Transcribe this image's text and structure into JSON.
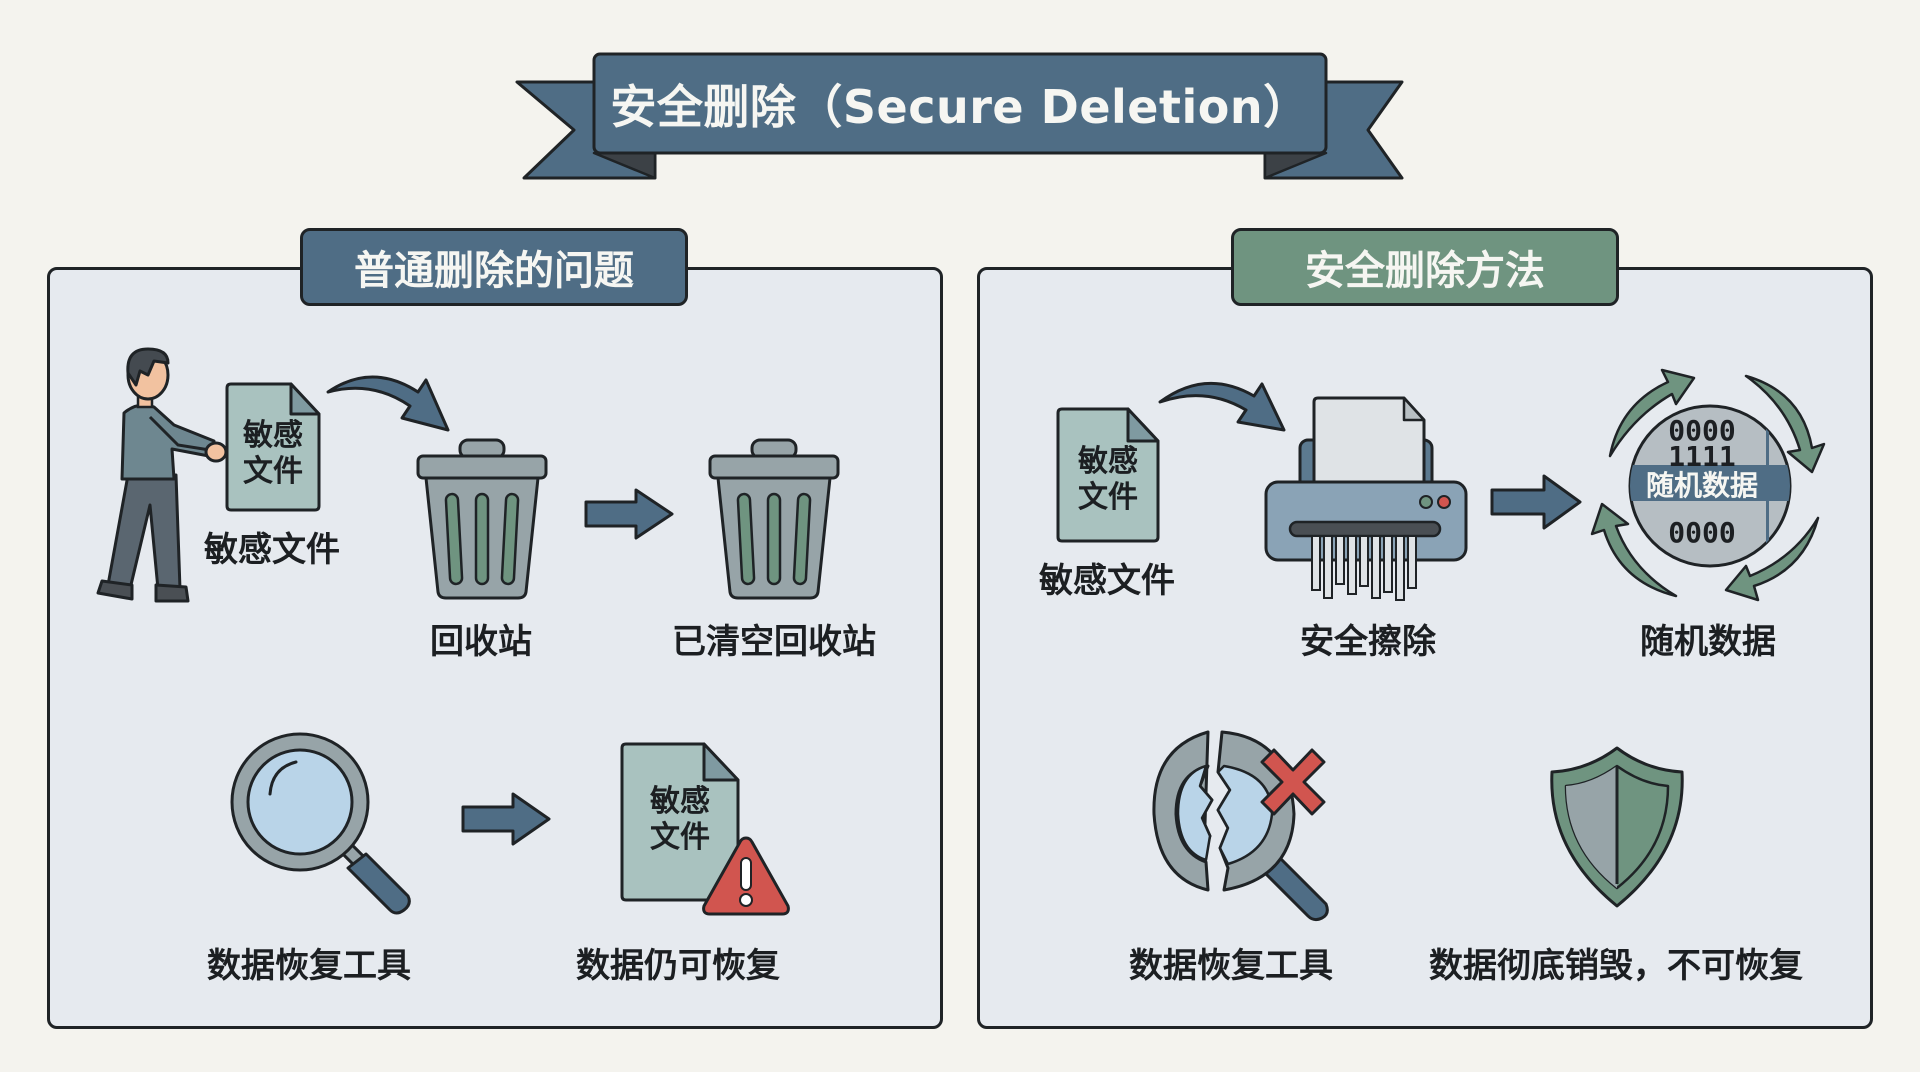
{
  "header": {
    "title": "安全删除（Secure Deletion）",
    "banner_color": "#4f6d85"
  },
  "panels": {
    "left": {
      "title": "普通删除的问题",
      "tab_color": "#4f6d85",
      "steps": {
        "file_doc_text_line1": "敏感",
        "file_doc_text_line2": "文件",
        "file_label": "敏感文件",
        "recycle_bin_label": "回收站",
        "emptied_bin_label": "已清空回收站",
        "recovery_tool_label": "数据恢复工具",
        "recovered_doc_text_line1": "敏感",
        "recovered_doc_text_line2": "文件",
        "recoverable_label": "数据仍可恢复"
      }
    },
    "right": {
      "title": "安全删除方法",
      "tab_color": "#6f9480",
      "steps": {
        "file_doc_text_line1": "敏感",
        "file_doc_text_line2": "文件",
        "file_label": "敏感文件",
        "shredder_label": "安全擦除",
        "random_data_bits": [
          "0000",
          "1111",
          "0000",
          "0000"
        ],
        "random_data_overlay": "随机数据",
        "random_data_label": "随机数据",
        "recovery_tool_label": "数据恢复工具",
        "destroyed_label": "数据彻底销毁，不可恢复"
      }
    }
  },
  "icons": {
    "person": "person-carrying-icon",
    "document": "document-icon",
    "trash": "trash-can-icon",
    "arrow": "arrow-right-icon",
    "curved_arrow": "curved-arrow-icon",
    "magnifier": "magnifying-glass-icon",
    "warning": "warning-triangle-icon",
    "shredder": "shredder-icon",
    "cycle": "cycle-arrows-icon",
    "broken_magnifier": "broken-magnifier-icon",
    "x_mark": "x-mark-icon",
    "shield": "shield-icon"
  },
  "colors": {
    "slate_blue": "#4f6d85",
    "sage_green": "#6f9480",
    "doc_fill": "#a9c2bf",
    "lens_fill": "#b9d4e8",
    "alert_red": "#d1554f",
    "trash_gray": "#97a4a8"
  }
}
